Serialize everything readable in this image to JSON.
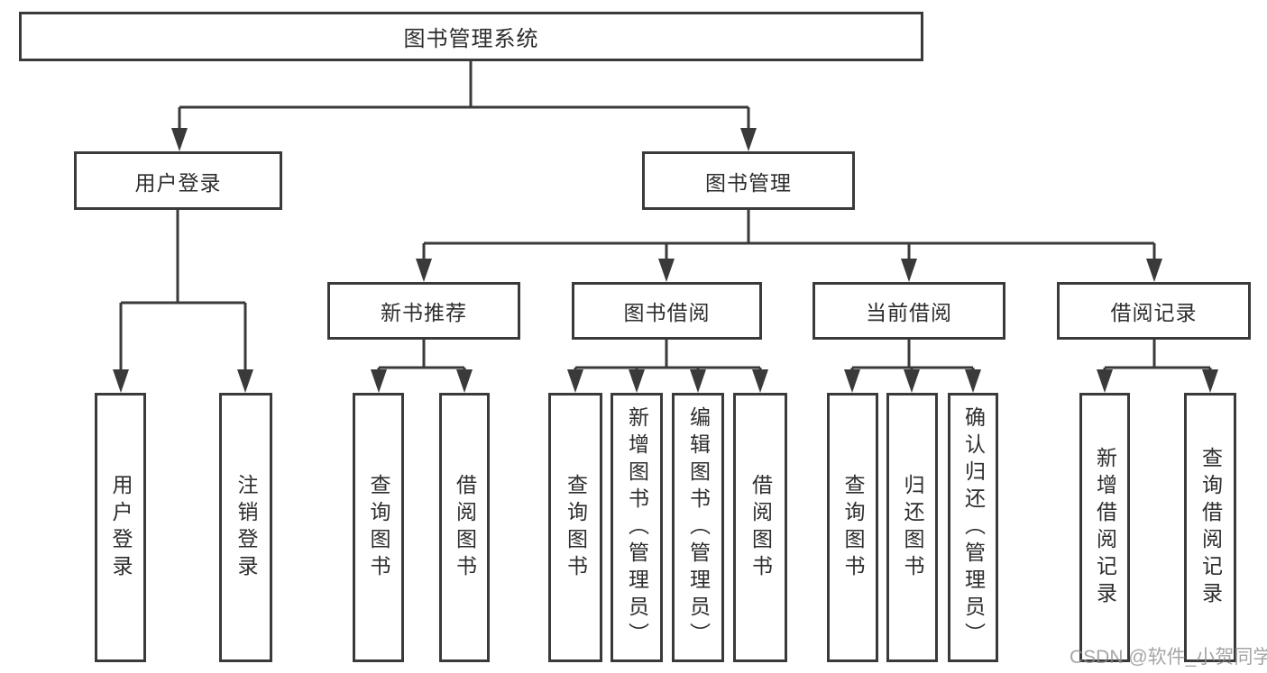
{
  "diagram": {
    "root": {
      "label": "图书管理系统"
    },
    "level2": {
      "user_login": {
        "label": "用户登录"
      },
      "book_mgmt": {
        "label": "图书管理"
      }
    },
    "level3": {
      "new_books": {
        "label": "新书推荐"
      },
      "book_borrow": {
        "label": "图书借阅"
      },
      "current_borrow": {
        "label": "当前借阅"
      },
      "borrow_records": {
        "label": "借阅记录"
      }
    },
    "leaves": {
      "user_login": [
        "用户登录",
        "注销登录"
      ],
      "new_books": [
        "查询图书",
        "借阅图书"
      ],
      "book_borrow": [
        "查询图书",
        "新增图书（管理员）",
        "编辑图书（管理员）",
        "借阅图书"
      ],
      "current_borrow": [
        "查询图书",
        "归还图书",
        "确认归还（管理员）"
      ],
      "borrow_records": [
        "新增借阅记录",
        "查询借阅记录"
      ]
    }
  },
  "watermark": {
    "text": "CSDN @软件_小贺同学"
  },
  "colors": {
    "line": "#3a3a3a",
    "text": "#2d2d2d",
    "background": "#ffffff",
    "watermark": "#8f8f8f"
  }
}
